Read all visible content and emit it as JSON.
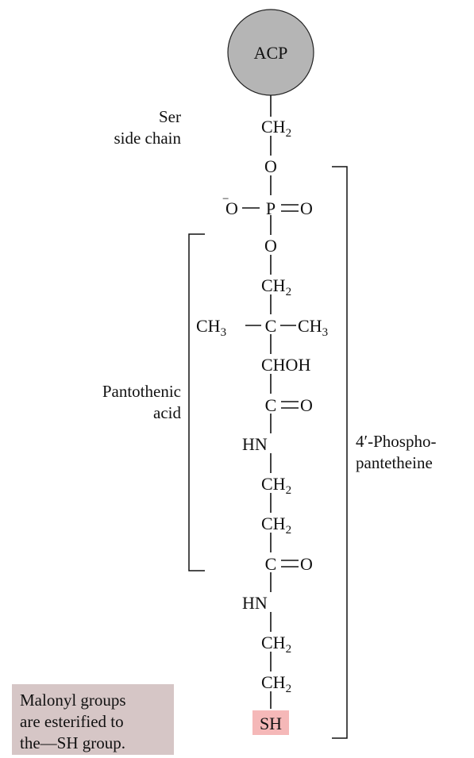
{
  "title": "",
  "colors": {
    "acp_fill": "#b5b5b5",
    "sh_highlight": "#f5b8b8",
    "note_box": "#d6c6c6",
    "ink": "#111111"
  },
  "acp": "ACP",
  "labels": {
    "ser_line1": "Ser",
    "ser_line2": "side chain",
    "pantothenic_line1": "Pantothenic",
    "pantothenic_line2": "acid",
    "phospho_line1": "4′-Phospho-",
    "phospho_line2": "pantetheine"
  },
  "chain": {
    "ch2_1": "CH",
    "sub_1": "2",
    "o_1": "O",
    "o_minus_charge": "−",
    "o_minus": "O",
    "p": "P",
    "o_double": "O",
    "o_2": "O",
    "ch2_2": "CH",
    "sub_2": "2",
    "ch3_left": "CH",
    "sub_left": "3",
    "c_quat": "C",
    "ch3_right": "CH",
    "sub_right": "3",
    "choh": "CHOH",
    "c_1": "C",
    "o_c1": "O",
    "hn_1": "HN",
    "ch2_3": "CH",
    "sub_3": "2",
    "ch2_4": "CH",
    "sub_4": "2",
    "c_2": "C",
    "o_c2": "O",
    "hn_2": "HN",
    "ch2_5": "CH",
    "sub_5": "2",
    "ch2_6": "CH",
    "sub_6": "2",
    "sh": "SH"
  },
  "note": {
    "line1": "Malonyl groups",
    "line2": "are esterified to",
    "line3": "the—SH group."
  }
}
